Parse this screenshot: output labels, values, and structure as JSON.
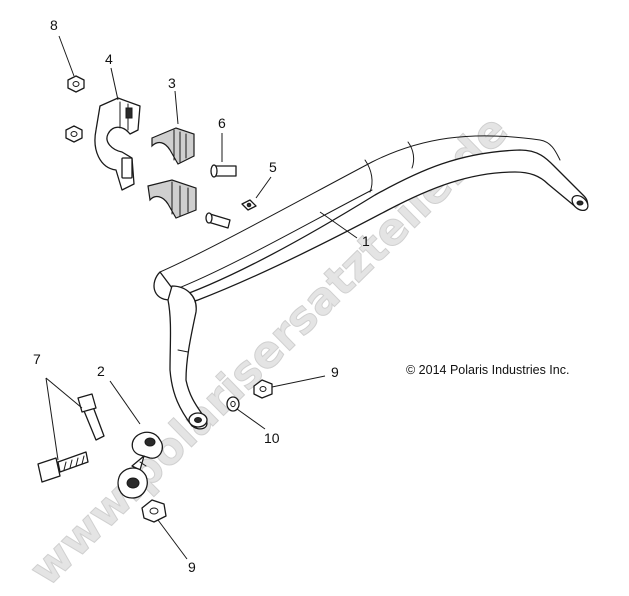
{
  "watermark": "www.polarisersatzteile.de",
  "copyright": "© 2014 Polaris Industries Inc.",
  "callouts": {
    "c1": "1",
    "c2": "2",
    "c3": "3",
    "c4": "4",
    "c5": "5",
    "c6": "6",
    "c7": "7",
    "c8": "8",
    "c9a": "9",
    "c9b": "9",
    "c10": "10"
  },
  "parts": [
    "stabilizer-bar",
    "link-rod",
    "bushing",
    "bracket",
    "screw",
    "bolt",
    "bolt-pair",
    "nut",
    "flange-nut",
    "washer"
  ]
}
